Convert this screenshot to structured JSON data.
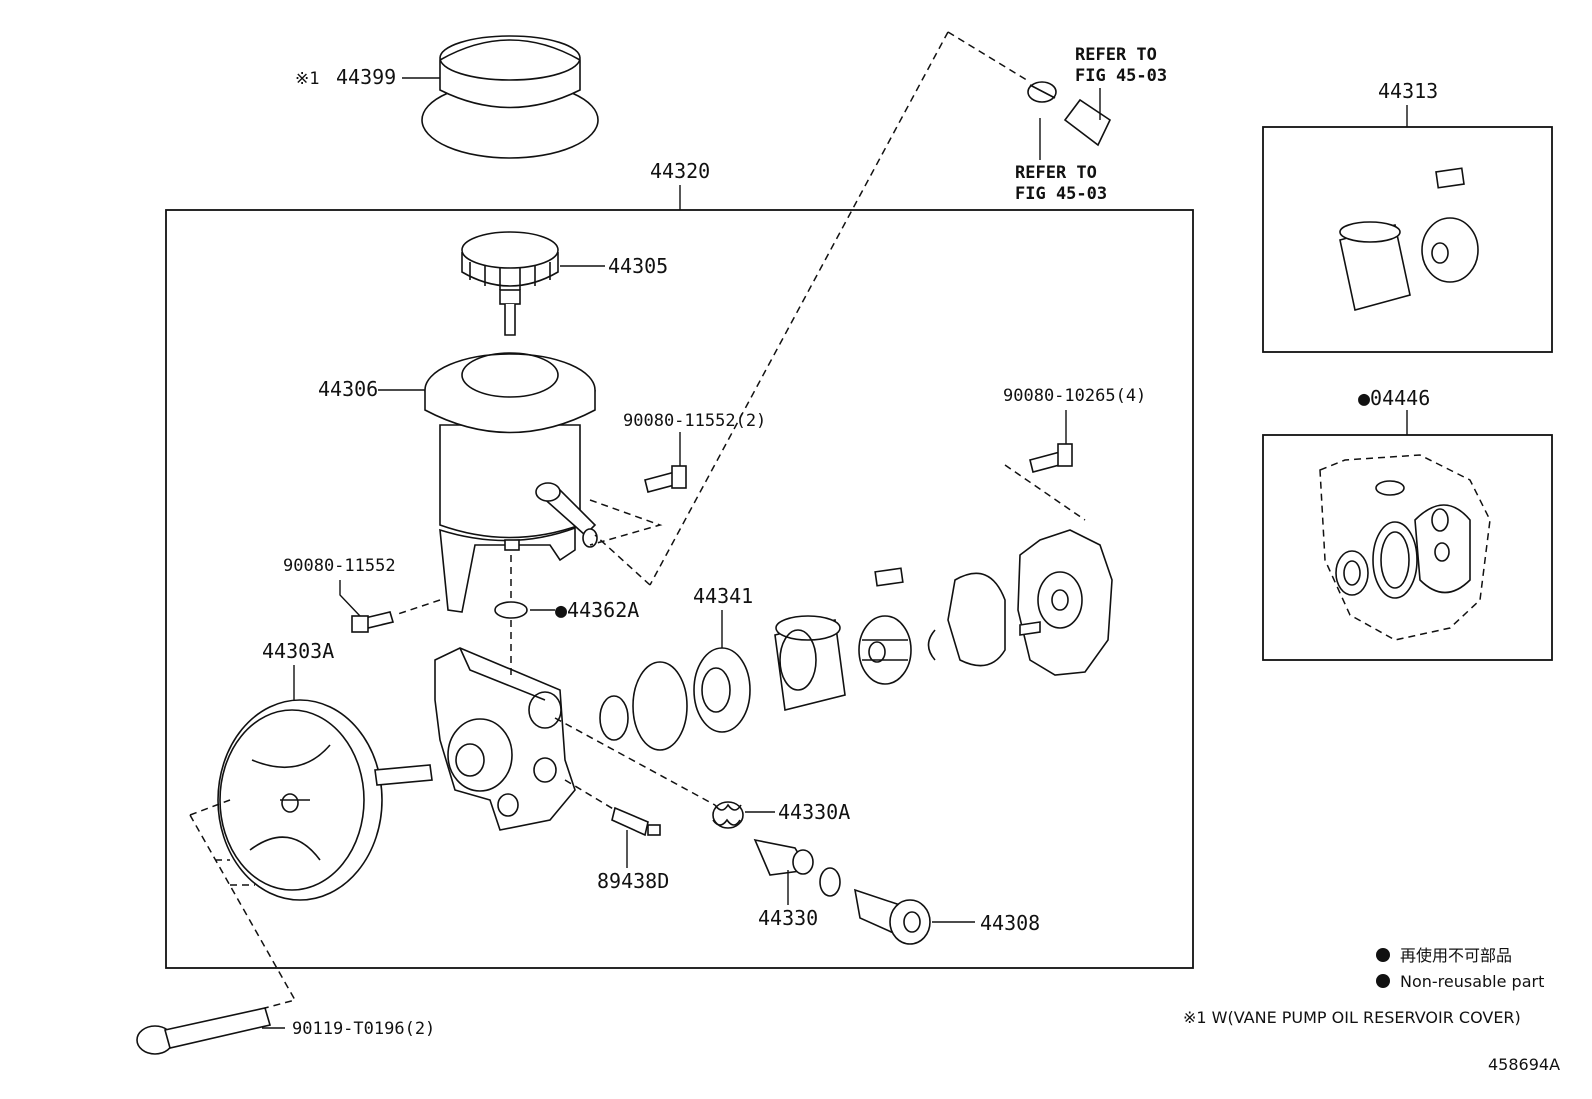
{
  "diagram": {
    "labels": {
      "cover_mark": "※1",
      "cover": "44399",
      "assembly": "44320",
      "refer_top_1": "REFER TO",
      "refer_top_2": "FIG 45-03",
      "refer_bot_1": "REFER TO",
      "refer_bot_2": "FIG 45-03",
      "cap": "44305",
      "reservoir": "44306",
      "bolt_reservoir": "90080-11552(2)",
      "bolt_cover": "90080-10265(4)",
      "bolt_bracket": "90080-11552",
      "oring": "●44362A",
      "pulley": "44303A",
      "side_plate": "44341",
      "spring": "44330A",
      "sensor": "89438D",
      "valve": "44330",
      "union": "44308",
      "cartridge_kit": "44313",
      "gasket_kit": "●04446",
      "bolt_pulley": "90119-T0196(2)"
    },
    "legend": {
      "item_jp": "再使用不可部品",
      "item_en": "Non-reusable part"
    },
    "footnote": "※1 W(VANE PUMP OIL RESERVOIR COVER)",
    "figure_code": "458694A"
  }
}
